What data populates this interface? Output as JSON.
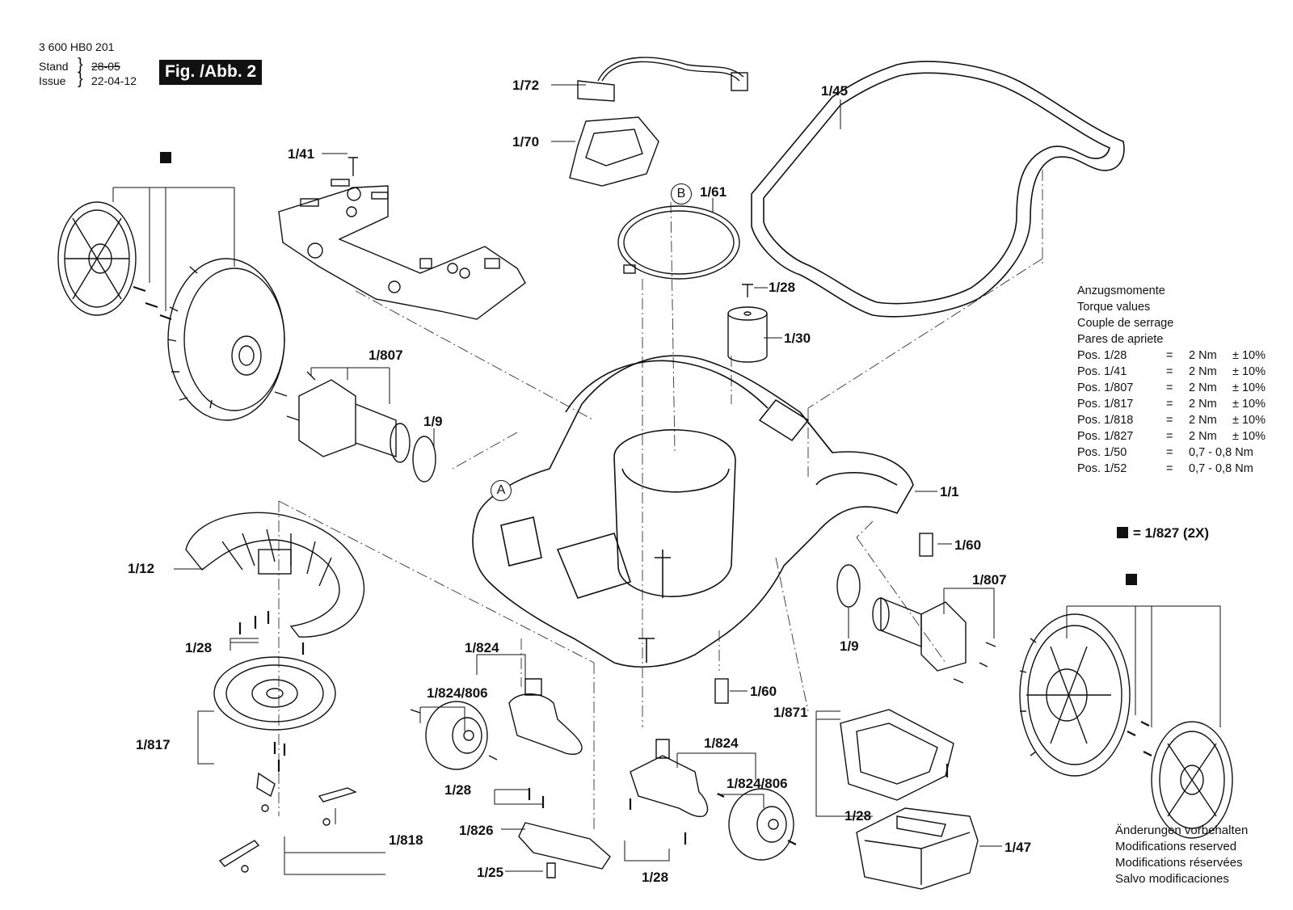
{
  "header": {
    "doc_number": "3 600 HB0 201",
    "stand_label": "Stand",
    "stand_date": "28-05",
    "issue_label": "Issue",
    "issue_date": "22-04-12",
    "figure_label": "Fig. /Abb. 2"
  },
  "callouts": {
    "p72": "1/72",
    "p70": "1/70",
    "p41": "1/41",
    "p45": "1/45",
    "p61": "1/61",
    "p28_top": "1/28",
    "p30": "1/30",
    "p807_left": "1/807",
    "p9_left": "1/9",
    "p1": "1/1",
    "p60_right": "1/60",
    "p807_right": "1/807",
    "p9_right": "1/9",
    "p12": "1/12",
    "p28_left": "1/28",
    "p817": "1/817",
    "p818": "1/818",
    "p824_a": "1/824",
    "p824806_a": "1/824/806",
    "p28_mid": "1/28",
    "p826": "1/826",
    "p25": "1/25",
    "p60_mid": "1/60",
    "p824_b": "1/824",
    "p824806_b": "1/824/806",
    "p28_bottom": "1/28",
    "p871": "1/871",
    "p28_battery": "1/28",
    "p47": "1/47"
  },
  "markers": {
    "a": "A",
    "b": "B"
  },
  "torque": {
    "headings": [
      "Anzugsmomente",
      "Torque values",
      "Couple de serrage",
      "Pares de apriete"
    ],
    "rows": [
      {
        "pos": "Pos. 1/28",
        "eq": "=",
        "val": "2 Nm",
        "tol": "± 10%"
      },
      {
        "pos": "Pos. 1/41",
        "eq": "=",
        "val": "2 Nm",
        "tol": "± 10%"
      },
      {
        "pos": "Pos. 1/807",
        "eq": "=",
        "val": "2 Nm",
        "tol": "± 10%"
      },
      {
        "pos": "Pos. 1/817",
        "eq": "=",
        "val": "2 Nm",
        "tol": "± 10%"
      },
      {
        "pos": "Pos. 1/818",
        "eq": "=",
        "val": "2 Nm",
        "tol": "± 10%"
      },
      {
        "pos": "Pos. 1/827",
        "eq": "=",
        "val": "2 Nm",
        "tol": "± 10%"
      },
      {
        "pos": "Pos. 1/50",
        "eq": "=",
        "val": "0,7  - 0,8 Nm",
        "tol": ""
      },
      {
        "pos": "Pos. 1/52",
        "eq": "=",
        "val": "0,7  - 0,8 Nm",
        "tol": ""
      }
    ]
  },
  "legend": {
    "text": "= 1/827 (2X)"
  },
  "notes": [
    "Änderungen vorbehalten",
    "Modifications reserved",
    "Modifications réservées",
    "Salvo modificaciones"
  ]
}
